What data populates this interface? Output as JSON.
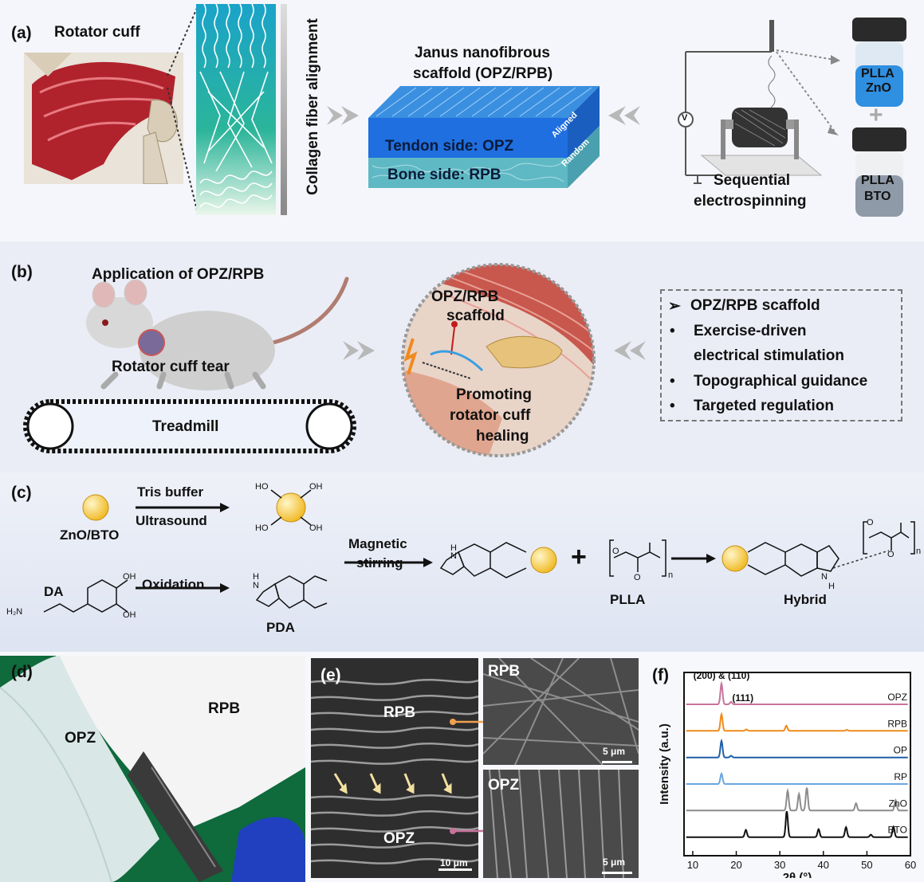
{
  "panel_a": {
    "label": "(a)",
    "title": "Rotator cuff",
    "collagen": "Collagen fiber alignment",
    "scaffold_title_1": "Janus nanofibrous",
    "scaffold_title_2": "scaffold (OPZ/RPB)",
    "tendon_side": "Tendon side: OPZ",
    "bone_side": "Bone side: RPB",
    "aligned": "Aligned",
    "random": "Random",
    "sequential_1": "Sequential",
    "sequential_2": "electrospinning",
    "vial1_a": "PLLA",
    "vial1_b": "ZnO",
    "vial2_a": "PLLA",
    "vial2_b": "BTO",
    "plus": "+",
    "voltage": "V"
  },
  "panel_b": {
    "label": "(b)",
    "title": "Application of OPZ/RPB",
    "tear": "Rotator cuff tear",
    "treadmill": "Treadmill",
    "scaffold_1": "OPZ/RPB",
    "scaffold_2": "scaffold",
    "promo_1": "Promoting",
    "promo_2": "rotator cuff",
    "promo_3": "healing",
    "box_title": "OPZ/RPB scaffold",
    "box_arrow": "➢",
    "bullet": "•",
    "box_items": [
      "Exercise-driven",
      "electrical stimulation",
      "Topographical guidance",
      "Targeted regulation"
    ]
  },
  "panel_c": {
    "label": "(c)",
    "zno_bto": "ZnO/BTO",
    "tris": "Tris buffer",
    "ultrasound": "Ultrasound",
    "oh": "OH",
    "ho": "HO",
    "da": "DA",
    "h2n": "H₂N",
    "oxidation": "Oxidation",
    "pda": "PDA",
    "h": "H",
    "n": "N",
    "magnetic_1": "Magnetic",
    "magnetic_2": "stirring",
    "plus": "+",
    "plla": "PLLA",
    "hybrid": "Hybrid",
    "o": "O",
    "sub_n": "n"
  },
  "panel_d": {
    "label": "(d)",
    "opz": "OPZ",
    "rpb": "RPB"
  },
  "panel_e": {
    "label": "(e)",
    "rpb": "RPB",
    "opz": "OPZ",
    "scale_10": "10 μm",
    "rpb_title": "RPB",
    "opz_title": "OPZ",
    "scale_5a": "5 μm",
    "scale_5b": "5 μm"
  },
  "panel_f": {
    "label": "(f)",
    "peak_1": "(200) & (110)",
    "peak_2": "(111)"
  },
  "colors": {
    "opz": "#c8739b",
    "rpb": "#f08a1c",
    "op": "#1f5fa8",
    "rp": "#6aa6e0",
    "zno": "#8c8c8c",
    "bto": "#111111",
    "nanoparticle": "#f5c84c"
  },
  "chart_data": {
    "type": "line",
    "title": "",
    "xlabel": "2θ (°)",
    "ylabel": "Intensity (a.u.)",
    "xlim": [
      8,
      60
    ],
    "xticks": [
      10,
      20,
      30,
      40,
      50,
      60
    ],
    "series": [
      {
        "name": "OPZ",
        "color": "#c8739b",
        "peaks": [
          [
            16.6,
            1.0
          ],
          [
            18.8,
            0.12
          ]
        ]
      },
      {
        "name": "RPB",
        "color": "#f08a1c",
        "peaks": [
          [
            16.6,
            0.8
          ],
          [
            22.3,
            0.07
          ],
          [
            31.5,
            0.25
          ],
          [
            45.4,
            0.05
          ]
        ]
      },
      {
        "name": "OP",
        "color": "#1f5fa8",
        "peaks": [
          [
            16.6,
            0.8
          ],
          [
            18.8,
            0.08
          ]
        ]
      },
      {
        "name": "RP",
        "color": "#6aa6e0",
        "peaks": [
          [
            16.6,
            0.5
          ]
        ]
      },
      {
        "name": "ZnO",
        "color": "#8c8c8c",
        "peaks": [
          [
            31.8,
            0.95
          ],
          [
            34.4,
            0.8
          ],
          [
            36.2,
            1.1
          ],
          [
            47.5,
            0.35
          ],
          [
            56.6,
            0.5
          ]
        ]
      },
      {
        "name": "BTO",
        "color": "#111111",
        "peaks": [
          [
            22.2,
            0.35
          ],
          [
            31.6,
            1.25
          ],
          [
            38.9,
            0.38
          ],
          [
            45.2,
            0.48
          ],
          [
            50.9,
            0.12
          ],
          [
            56.1,
            0.5
          ]
        ]
      }
    ]
  }
}
